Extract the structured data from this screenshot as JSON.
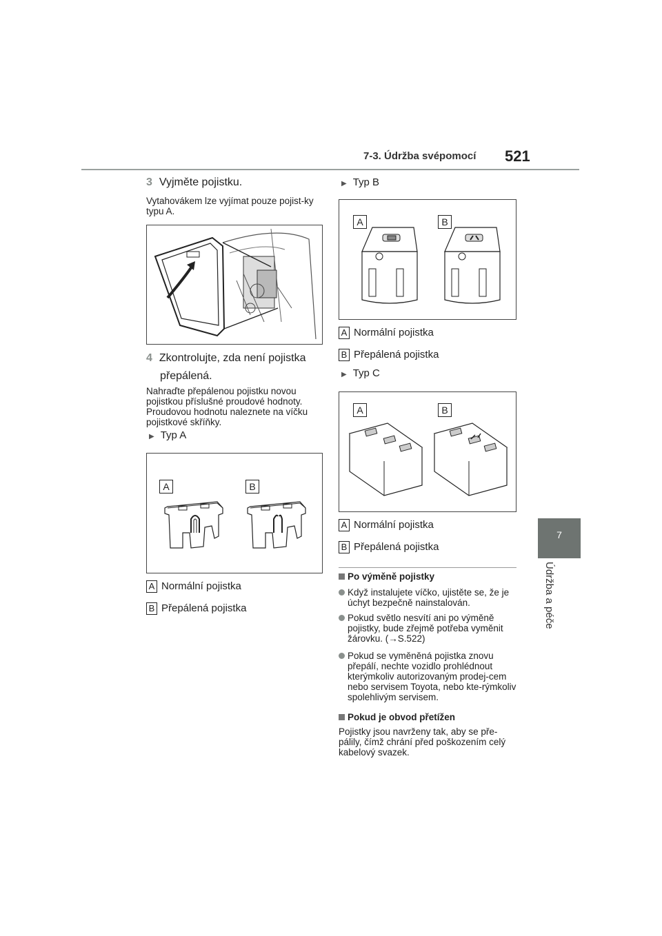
{
  "header": {
    "section": "7-3. Údržba svépomocí",
    "page_number": "521"
  },
  "side_tab": {
    "number": "7",
    "label": "Údržba a péče"
  },
  "left": {
    "step3": {
      "num": "3",
      "text": "Vyjměte pojistku."
    },
    "step3_note": "Vytahovákem lze vyjímat pouze pojist-ky typu A.",
    "step4": {
      "num": "4",
      "line1": "Zkontrolujte, zda není pojistka",
      "line2": "přepálená."
    },
    "step4_note": "Nahraďte přepálenou pojistku novou pojistkou příslušné proudové hodnoty. Proudovou hodnotu naleznete na víčku pojistkové skříňky.",
    "type_a": "Typ A",
    "fig_a_labels": {
      "a": "A",
      "b": "B"
    },
    "cap_a": {
      "letter": "A",
      "text": "Normální pojistka"
    },
    "cap_b": {
      "letter": "B",
      "text": "Přepálená pojistka"
    }
  },
  "right": {
    "type_b": "Typ B",
    "fig_b_labels": {
      "a": "A",
      "b": "B"
    },
    "cap_b_a": {
      "letter": "A",
      "text": "Normální pojistka"
    },
    "cap_b_b": {
      "letter": "B",
      "text": "Přepálená pojistka"
    },
    "type_c": "Typ C",
    "fig_c_labels": {
      "a": "A",
      "b": "B"
    },
    "cap_c_a": {
      "letter": "A",
      "text": "Normální pojistka"
    },
    "cap_c_b": {
      "letter": "B",
      "text": "Přepálená pojistka"
    },
    "sect1_title": "Po výměně pojistky",
    "bullet1": "Když instalujete víčko, ujistěte se, že je úchyt bezpečně nainstalován.",
    "bullet2": "Pokud světlo nesvítí ani po výměně pojistky, bude zřejmě potřeba vyměnit žárovku. (→S.522)",
    "bullet3": "Pokud se vyměněná pojistka znovu přepálí, nechte vozidlo prohlédnout kterýmkoliv autorizovaným prodej-cem nebo servisem Toyota, nebo kte-rýmkoliv spolehlivým servisem.",
    "sect2_title": "Pokud je obvod přetížen",
    "sect2_text": "Pojistky jsou navrženy tak, aby se pře-pálily, čímž chrání před poškozením celý kabelový svazek."
  }
}
